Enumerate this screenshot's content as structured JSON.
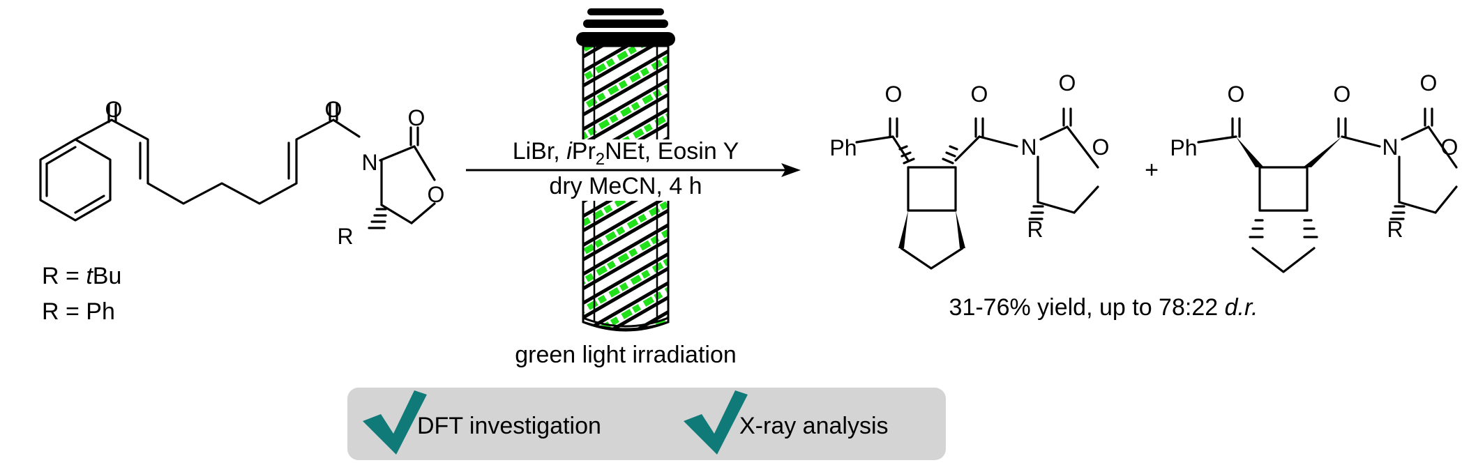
{
  "starting_material": {
    "atoms": {
      "o_ketone": "O",
      "o_amide": "O",
      "o_carbonyl_ring": "O",
      "n": "N",
      "o_ring": "O",
      "r": "R"
    },
    "substituents": [
      {
        "prefix": "R = ",
        "italic": "t",
        "rest": "Bu"
      },
      {
        "prefix": "R = Ph",
        "italic": "",
        "rest": ""
      }
    ]
  },
  "conditions": {
    "line1_a": "LiBr, ",
    "line1_italic": "i",
    "line1_b": "Pr",
    "line1_sub": "2",
    "line1_c": "NEt, Eosin Y",
    "line2": "dry MeCN, 4 h",
    "light": "green light irradiation"
  },
  "product_1": {
    "atoms": {
      "ph": "Ph",
      "o_ketone": "O",
      "o_amide": "O",
      "o_carbonyl_ring": "O",
      "n": "N",
      "o_ring": "O",
      "r": "R"
    }
  },
  "plus": "+",
  "product_2": {
    "atoms": {
      "ph": "Ph",
      "o_ketone": "O",
      "o_amide": "O",
      "o_carbonyl_ring": "O",
      "n": "N",
      "o_ring": "O",
      "r": "R"
    }
  },
  "yield_text": {
    "main": "31-76% yield, up to 78:22 ",
    "italic": "d.r."
  },
  "badges": [
    {
      "label": "DFT investigation",
      "icon": "checkmark-icon"
    },
    {
      "label": "X-ray analysis",
      "icon": "checkmark-icon"
    }
  ],
  "colors": {
    "led_green": "#22e01a",
    "badge_bg": "#d4d4d4",
    "check_teal": "#0f7a78"
  }
}
